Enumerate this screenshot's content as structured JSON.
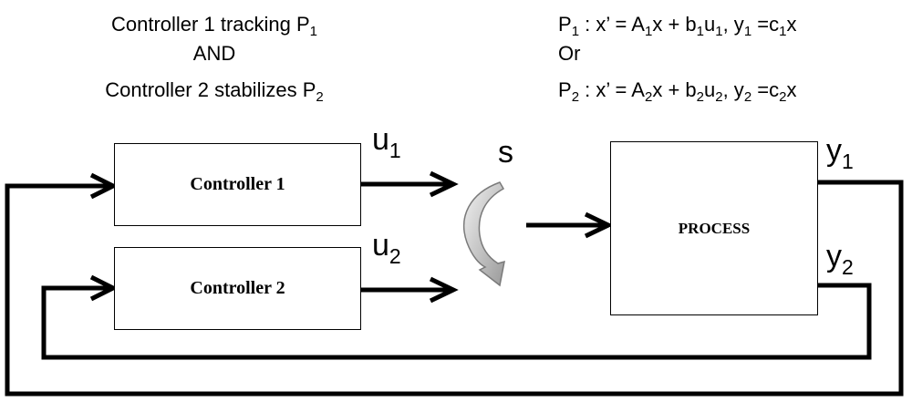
{
  "spec": {
    "line1_prefix": "Controller 1 tracking  P",
    "line1_sub": "1",
    "line2": "AND",
    "line3_prefix": "Controller 2 stabilizes P",
    "line3_sub": "2"
  },
  "plants": {
    "p1": {
      "name": "P",
      "name_sub": "1",
      "eq_a": " : x’ = A",
      "eq_a_sub": "1",
      "eq_b": "x + b",
      "eq_b_sub": "1",
      "eq_c": "u",
      "eq_c_sub": "1",
      "eq_d": ", y",
      "eq_d_sub": "1",
      "eq_e": " =c",
      "eq_e_sub": "1",
      "eq_f": "x"
    },
    "or_label": "Or",
    "p2": {
      "name": "P",
      "name_sub": "2",
      "eq_a": " : x’ = A",
      "eq_a_sub": "2",
      "eq_b": "x + b",
      "eq_b_sub": "2",
      "eq_c": "u",
      "eq_c_sub": "2",
      "eq_d": ", y",
      "eq_d_sub": "2",
      "eq_e": " =c",
      "eq_e_sub": "2",
      "eq_f": "x"
    }
  },
  "blocks": {
    "controller1": "Controller 1",
    "controller2": "Controller 2",
    "process": "PROCESS"
  },
  "signals": {
    "u1": {
      "base": "u",
      "sub": "1"
    },
    "u2": {
      "base": "u",
      "sub": "2"
    },
    "y1": {
      "base": "y",
      "sub": "1"
    },
    "y2": {
      "base": "y",
      "sub": "2"
    },
    "switch": "s"
  }
}
